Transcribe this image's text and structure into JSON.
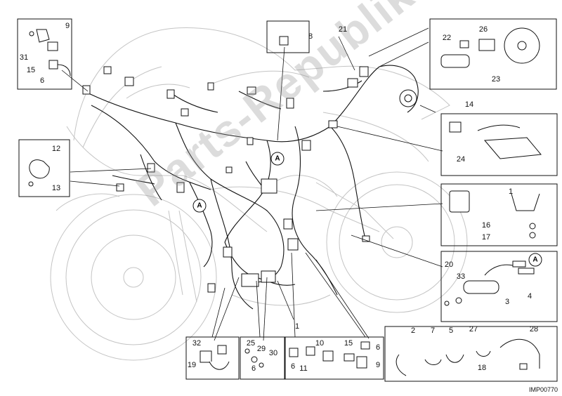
{
  "drawing_code": "IMP00770",
  "watermark": "Parts-Republik.de",
  "reference_letter": "A",
  "callouts": {
    "c1": "1",
    "c2": "2",
    "c3": "3",
    "c4": "4",
    "c5": "5",
    "c6a": "6",
    "c6b": "6",
    "c6c": "6",
    "c7": "7",
    "c8": "8",
    "c9a": "9",
    "c9b": "9",
    "c10": "10",
    "c11": "11",
    "c12": "12",
    "c13": "13",
    "c14": "14",
    "c15a": "15",
    "c15b": "15",
    "c16": "16",
    "c17": "17",
    "c18": "18",
    "c19": "19",
    "c20": "20",
    "c21": "21",
    "c22": "22",
    "c23": "23",
    "c24": "24",
    "c25": "25",
    "c26": "26",
    "c27": "27",
    "c28": "28",
    "c29": "29",
    "c30": "30",
    "c31": "31",
    "c32": "32",
    "c33": "33",
    "c1b": "1"
  }
}
